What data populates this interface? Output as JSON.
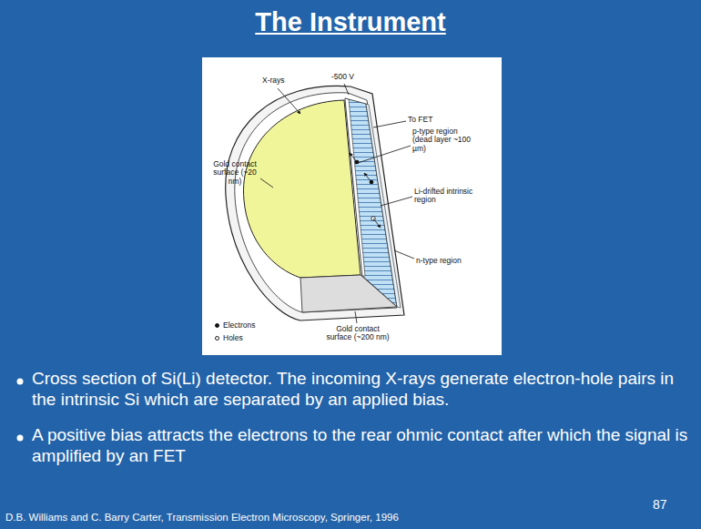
{
  "diagram": {
    "title": "The Instrument",
    "labels": [
      "X-rays",
      "-500 V",
      "To FET",
      "p-type region (dead layer ~100 µm)",
      "Gold contact surface (~20 nm)",
      "Li-drifted intrinsic region",
      "n-type region",
      "Gold contact surface (~200 nm)",
      "Cross section of Si(Li) detector. The incoming X-rays generate electron-hole pairs in the intrinsic Si which are separated by an applied bias.",
      "A positive bias attracts the electrons to the rear ohmic contact after which the signal is amplified by an FET",
      "D.B. Williams and C. Barry Carter, Transmission Electron Microscopy, Springer, 1996",
      "87"
    ],
    "legend": [
      {
        "text": "Electrons"
      },
      {
        "text": "Holes"
      }
    ]
  }
}
